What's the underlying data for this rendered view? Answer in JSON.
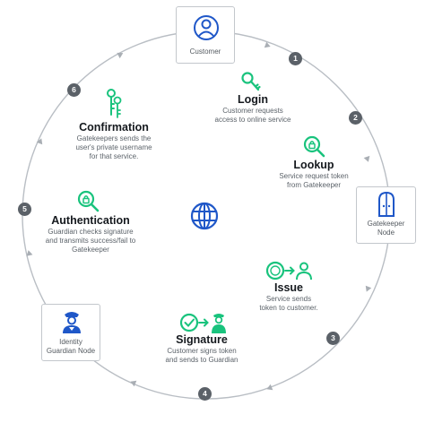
{
  "nodes": {
    "customer": {
      "label": "Customer"
    },
    "gatekeeper": {
      "label_line1": "Gatekeeper",
      "label_line2": "Node"
    },
    "guardian": {
      "label_line1": "Identity",
      "label_line2": "Guardian Node"
    }
  },
  "steps": {
    "login": {
      "title": "Login",
      "desc_line1": "Customer requests",
      "desc_line2": "access to online service"
    },
    "lookup": {
      "title": "Lookup",
      "desc_line1": "Service request token",
      "desc_line2": "from Gatekeeper"
    },
    "issue": {
      "title": "Issue",
      "desc_line1": "Service sends",
      "desc_line2": "token to customer."
    },
    "signature": {
      "title": "Signature",
      "desc_line1": "Customer signs token",
      "desc_line2": "and sends to Guardian"
    },
    "authentication": {
      "title": "Authentication",
      "desc_line1": "Guardian checks signature",
      "desc_line2": "and transmits success/fail to",
      "desc_line3": "Gatekeeper"
    },
    "confirmation": {
      "title": "Confirmation",
      "desc_line1": "Gatekeepers sends the",
      "desc_line2": "user's private username",
      "desc_line3": "for that service."
    }
  },
  "badges": [
    "1",
    "2",
    "3",
    "4",
    "5",
    "6"
  ],
  "colors": {
    "accent_green": "#19c37d",
    "accent_blue": "#1f57c8",
    "ring_gray": "#b9bec4",
    "badge_gray": "#5b6168"
  },
  "icons": {
    "customer": "person-icon",
    "gatekeeper": "door-icon",
    "guardian": "guard-icon",
    "login": "key-icon",
    "lookup": "search-lock-icon",
    "issue": "token-to-person-icon",
    "signature": "check-to-person-icon",
    "authentication": "search-lock-icon",
    "confirmation": "keys-icon",
    "center": "globe-icon"
  }
}
